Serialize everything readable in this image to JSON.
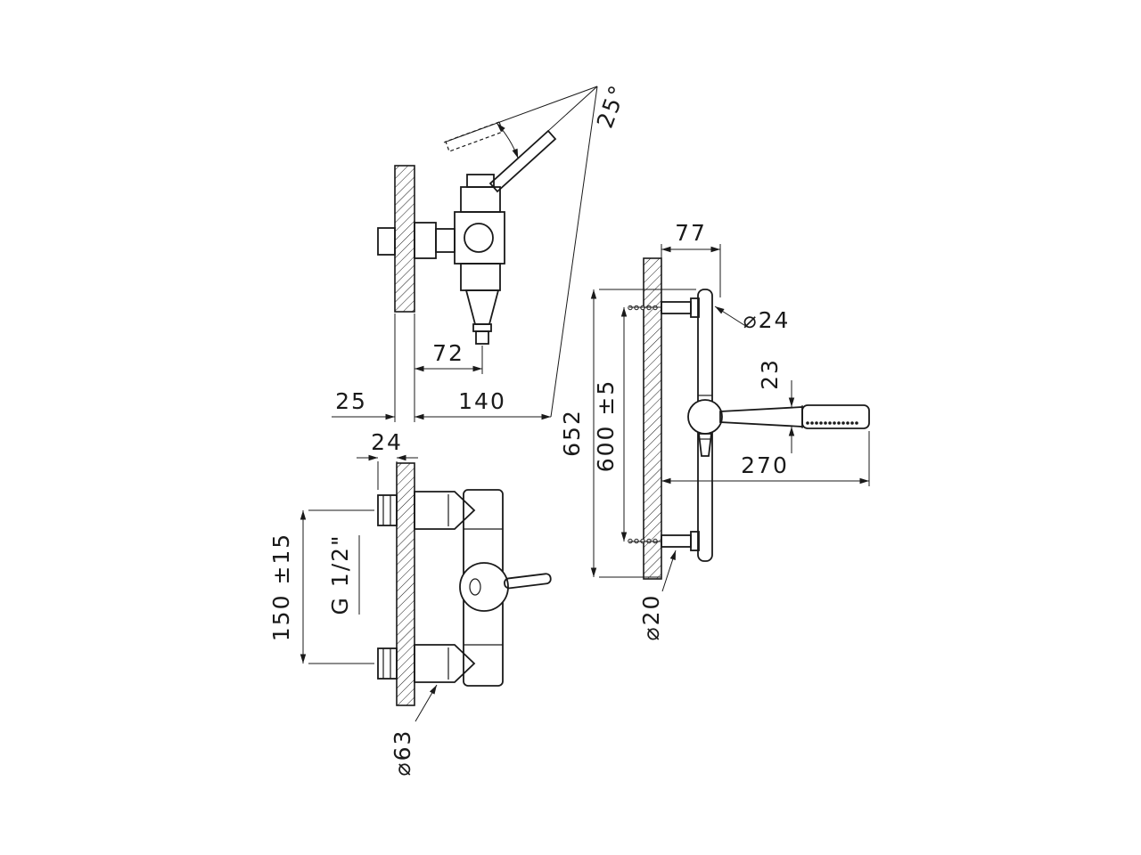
{
  "drawing": {
    "colors": {
      "line": "#1a1a1a",
      "background": "#ffffff"
    },
    "side_view": {
      "angle": "25°",
      "spout_reach": "72",
      "plate_depth": "25",
      "total_depth": "140"
    },
    "front_view": {
      "nut_width": "24",
      "thread_size": "G 1/2\"",
      "inlet_spacing": "150 ±15",
      "rosette_diameter": "⌀63"
    },
    "rail_view": {
      "wall_offset": "77",
      "rail_diameter": "⌀24",
      "handle_diameter": "23",
      "overall_height": "652",
      "bar_height": "600 ±5",
      "handshower_length": "270",
      "bracket_diameter": "⌀20"
    }
  }
}
